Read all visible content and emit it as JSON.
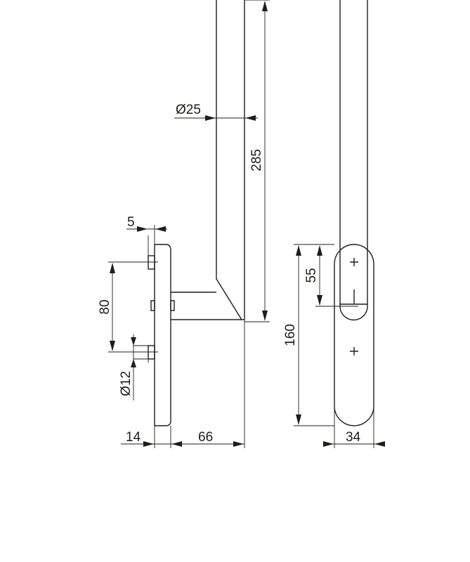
{
  "dimensions": {
    "tube_diameter": "Ø25",
    "height_total": "285",
    "setback": "5",
    "spindle_spacing": "80",
    "screw_diameter": "Ø12",
    "rose_thickness": "14",
    "projection": "66",
    "grip_offset": "55",
    "rose_height": "160",
    "rose_width": "34"
  },
  "colors": {
    "line": "#1d1d1b",
    "background": "#ffffff"
  }
}
